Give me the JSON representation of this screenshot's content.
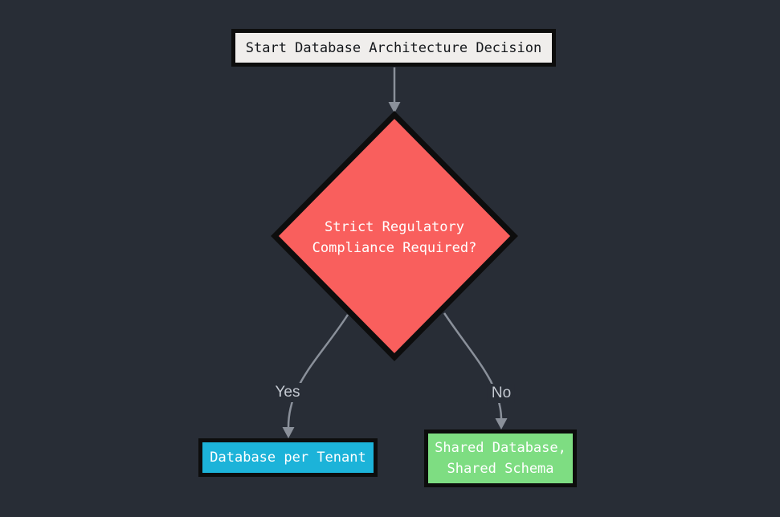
{
  "canvas": {
    "background": "#282d36"
  },
  "colors": {
    "background": "#282d36",
    "edge": "#8a909a",
    "edge_label_text": "#c5cad2",
    "node_border": "#0d0d0d",
    "start_fill": "#f0eeec",
    "start_text": "#15181c",
    "decision_fill": "#f95f5d",
    "decision_text": "#ffffff",
    "yes_node_fill": "#1cb3d9",
    "yes_node_text": "#ffffff",
    "no_node_fill": "#7edd82",
    "no_node_text": "#ffffff"
  },
  "nodes": {
    "start": {
      "label": "Start Database Architecture Decision"
    },
    "decision": {
      "line1": "Strict Regulatory",
      "line2": "Compliance Required?"
    },
    "database_per_tenant": {
      "label": "Database per Tenant"
    },
    "shared_database": {
      "line1": "Shared Database,",
      "line2": "Shared Schema"
    }
  },
  "edges": {
    "yes": {
      "label": "Yes"
    },
    "no": {
      "label": "No"
    }
  }
}
